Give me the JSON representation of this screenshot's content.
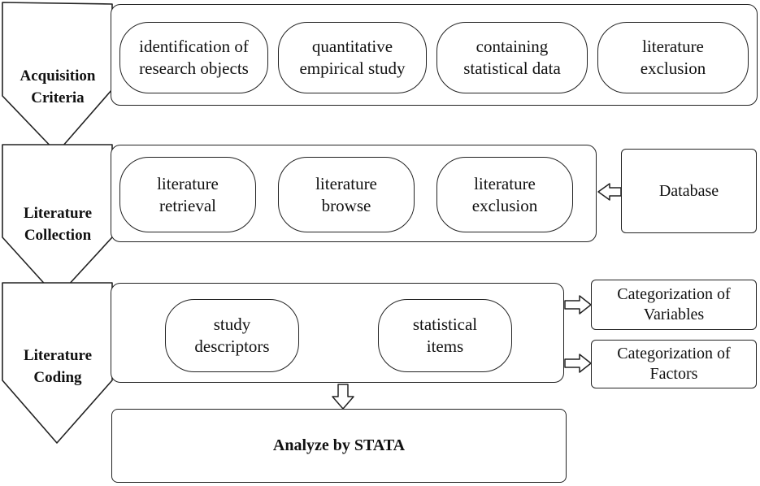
{
  "stages": [
    {
      "label_line1": "Acquisition",
      "label_line2": "Criteria",
      "items": [
        {
          "line1": "identification of",
          "line2": "research  objects"
        },
        {
          "line1": "quantitative",
          "line2": "empirical study"
        },
        {
          "line1": "containing",
          "line2": "statistical  data"
        },
        {
          "line1": "literature",
          "line2": "exclusion"
        }
      ]
    },
    {
      "label_line1": "Literature",
      "label_line2": "Collection",
      "items": [
        {
          "line1": "literature",
          "line2": "retrieval"
        },
        {
          "line1": "literature",
          "line2": "browse"
        },
        {
          "line1": "literature",
          "line2": "exclusion"
        }
      ]
    },
    {
      "label_line1": "Literature",
      "label_line2": "Coding",
      "items": [
        {
          "line1": "study",
          "line2": "descriptors"
        },
        {
          "line1": "statistical",
          "line2": "items"
        }
      ]
    }
  ],
  "database": {
    "label": "Database"
  },
  "outputs": [
    {
      "line1": "Categorization of",
      "line2": "Variables"
    },
    {
      "line1": "Categorization of",
      "line2": "Factors"
    }
  ],
  "final": {
    "label": "Analyze by STATA"
  }
}
